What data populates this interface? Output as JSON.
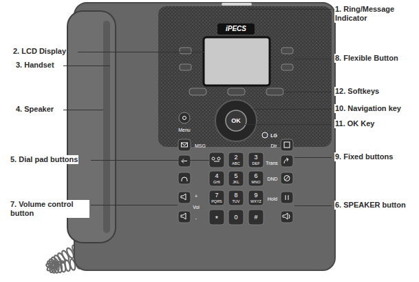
{
  "diagram": {
    "labels": [
      "1. Ring/Message Indicator",
      "2. LCD Display",
      "3. Handset",
      "4. Speaker",
      "5. Dial pad buttons",
      "6. SPEAKER button",
      "7. Volume control button",
      "8. Flexible Button",
      "9. Fixed buttons",
      "10. Navigation key",
      "11. OK Key",
      "12. Softkeys",
      "iPECS",
      "Menu",
      "OK",
      "MSG",
      "Dir",
      "2",
      "ABC",
      "3",
      "DEF",
      "4",
      "GHI",
      "5",
      "JKL",
      "6",
      "MNO",
      "7",
      "PQRS",
      "8",
      "TUV",
      "9",
      "WXYZ",
      "*",
      "0",
      "#",
      "Trans",
      "DND",
      "Hold",
      "Vol",
      "+",
      "-",
      "LG"
    ]
  }
}
